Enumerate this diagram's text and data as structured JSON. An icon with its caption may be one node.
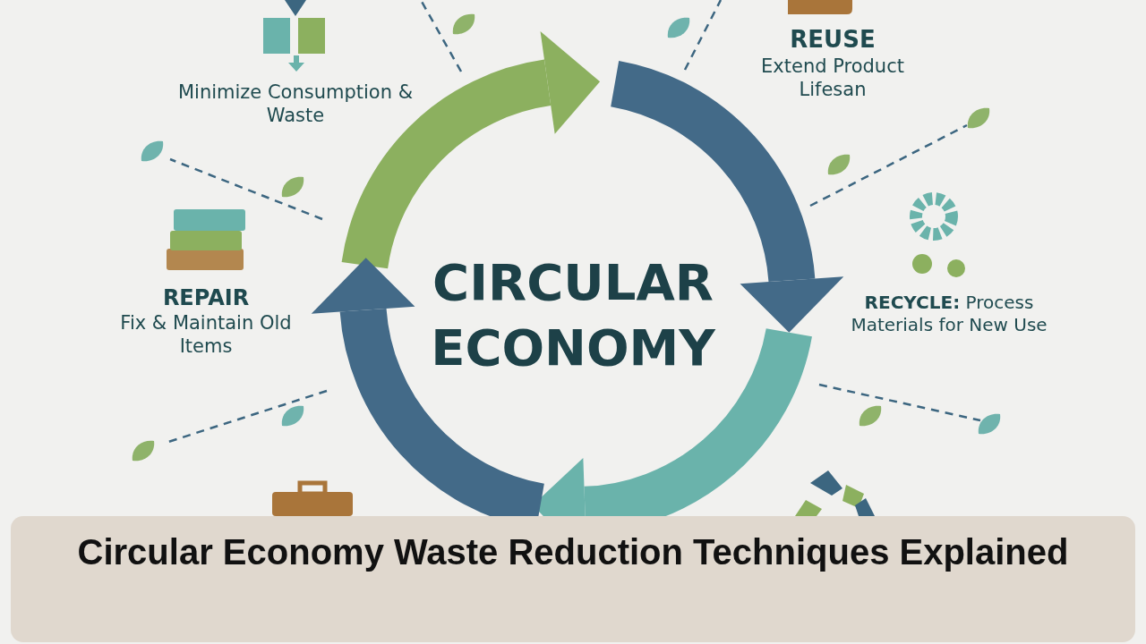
{
  "diagram": {
    "title": "Circular Economy Waste Reduction Techniques Explained",
    "nodes": [
      {
        "text": [
          "Minimize Consumption & Waste"
        ]
      },
      {
        "text": [
          "REUSE",
          "Extend Product Lifesan"
        ]
      },
      {
        "text": [
          "REPAIR",
          "Fix & Maintain Old Items"
        ]
      },
      {
        "text": [
          "**RECYCLE:** Process Materials for New Use"
        ]
      },
      {
        "text": [
          "CIRCULAR ECONOMY"
        ]
      }
    ],
    "edges": []
  }
}
